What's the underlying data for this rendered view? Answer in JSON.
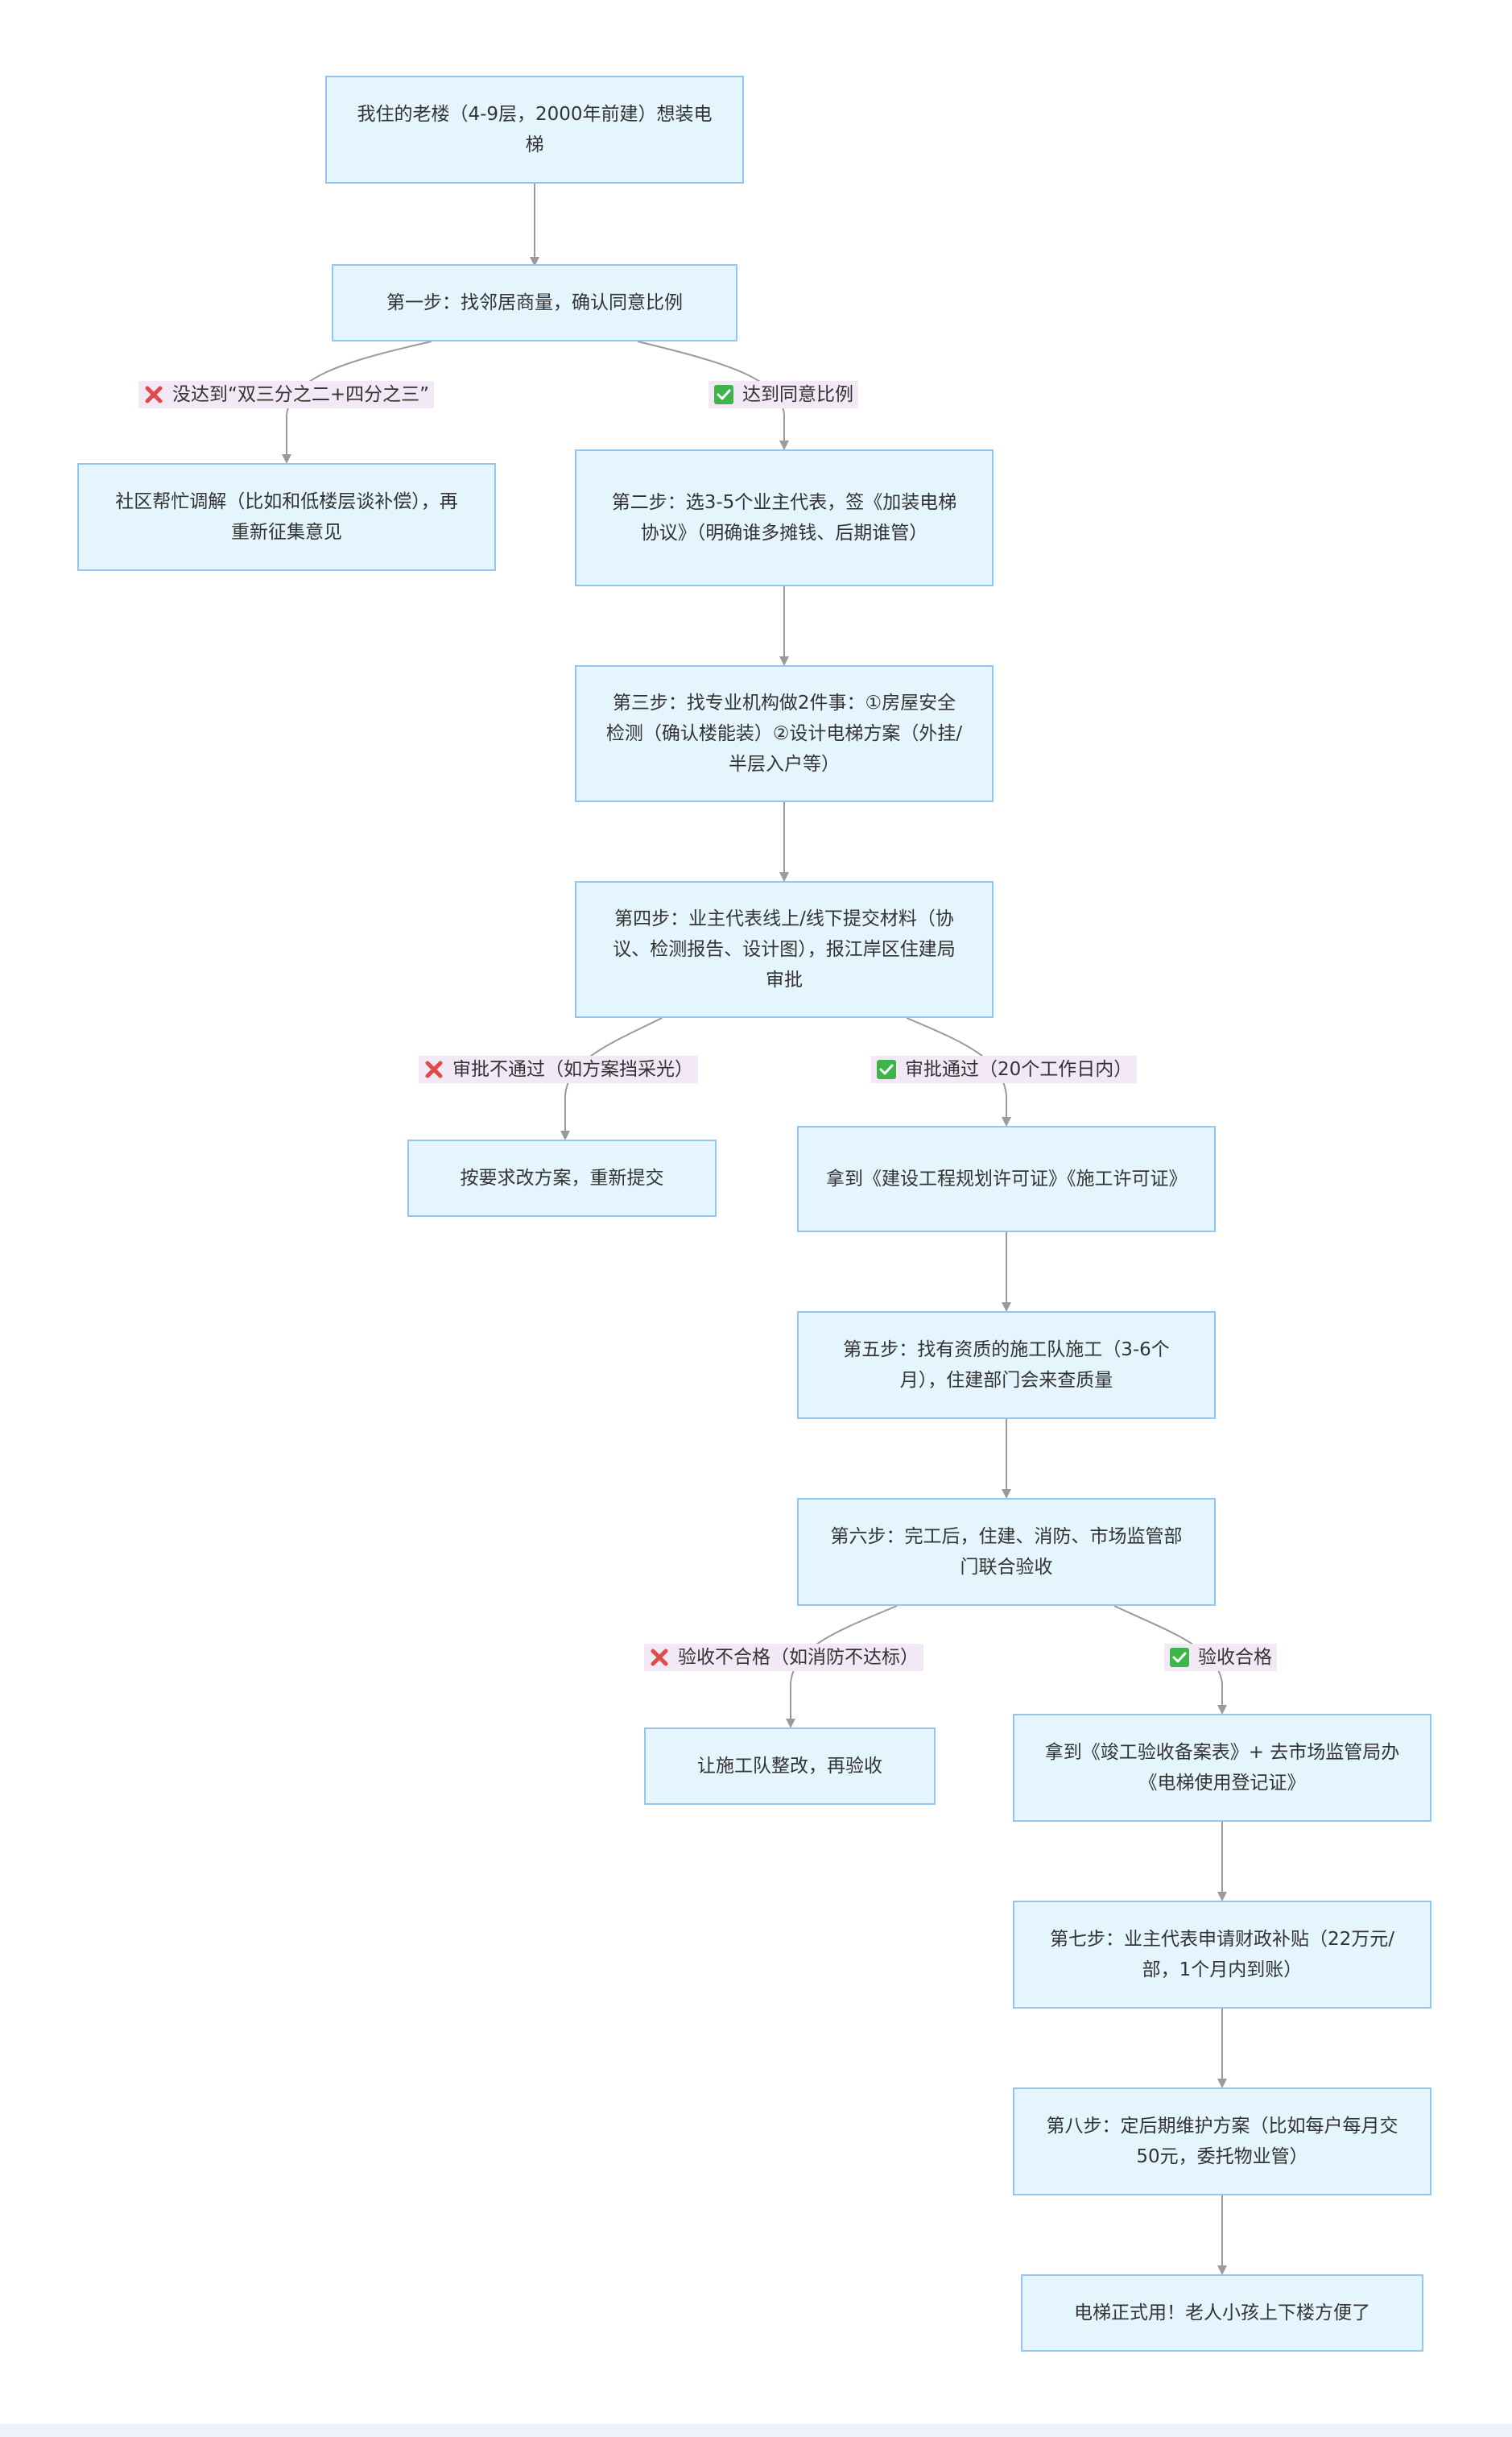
{
  "nodes": {
    "start": "我住的老楼（4-9层，2000年前建）想装电梯",
    "step1": "第一步：找邻居商量，确认同意比例",
    "mediate": "社区帮忙调解（比如和低楼层谈补偿），再重新征集意见",
    "step2": "第二步：选3-5个业主代表，签《加装电梯协议》（明确谁多摊钱、后期谁管）",
    "step3": "第三步：找专业机构做2件事：①房屋安全检测（确认楼能装）②设计电梯方案（外挂/半层入户等）",
    "step4": "第四步：业主代表线上/线下提交材料（协议、检测报告、设计图），报江岸区住建局审批",
    "revise": "按要求改方案，重新提交",
    "permits": "拿到《建设工程规划许可证》《施工许可证》",
    "step5": "第五步：找有资质的施工队施工（3-6个月），住建部门会来查质量",
    "step6": "第六步：完工后，住建、消防、市场监管部门联合验收",
    "rectify": "让施工队整改，再验收",
    "register": "拿到《竣工验收备案表》+ 去市场监管局办《电梯使用登记证》",
    "step7": "第七步：业主代表申请财政补贴（22万元/部，1个月内到账）",
    "step8": "第八步：定后期维护方案（比如每户每月交50元，委托物业管）",
    "end": "电梯正式用！老人小孩上下楼方便了"
  },
  "edge_labels": {
    "not_agreed": "没达到“双三分之二+四分之三”",
    "agreed": "达到同意比例",
    "rejected": "审批不通过（如方案挡采光）",
    "approved": "审批通过（20个工作日内）",
    "failed": "验收不合格（如消防不达标）",
    "passed": "验收合格"
  },
  "colors": {
    "node_fill": "#e5f5fd",
    "node_border": "#93c6ee",
    "edge": "#9a9a9a",
    "label_bg": "#f3e8f6",
    "cross": "#e04a4a",
    "check": "#3cb54a"
  },
  "icons": {
    "cross": "cross-mark-icon",
    "check": "check-mark-icon"
  }
}
